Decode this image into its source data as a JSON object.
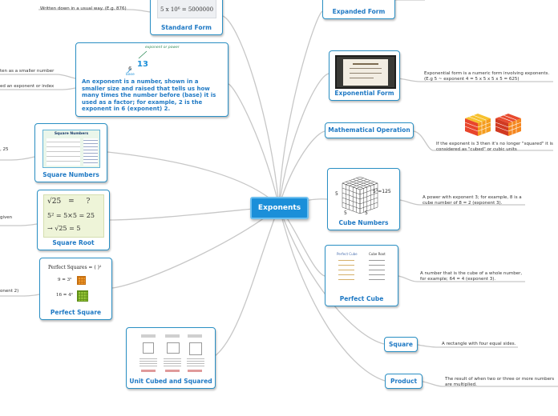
{
  "center": {
    "label": "Exponents"
  },
  "nodes": {
    "standard_form": {
      "title": "Standard Form",
      "image_text": "5 x 10⁶ = 5000000"
    },
    "expanded_form": {
      "title": "Expanded Form"
    },
    "exponent_definition": {
      "text": "An exponent is a number, shown in a smaller size and raised that tells us how many times the number before (base) it is used as a factor; for example, 2 is the exponent in 6 (exponent) 2.",
      "label_exponent_power": "exponent or power",
      "label_base": "base",
      "base_value": "6",
      "power_value": "13"
    },
    "exponential_form": {
      "title": "Exponential Form"
    },
    "mathematical_operation": {
      "label": "Mathematical Operation"
    },
    "square_numbers": {
      "title": "Square Numbers",
      "image_heading": "Square Numbers"
    },
    "cube_numbers": {
      "title": "Cube Numbers",
      "image_label_right": "5³=125",
      "image_label_left": "5",
      "image_label_bottom_a": "5",
      "image_label_bottom_b": "5"
    },
    "square_root": {
      "title": "Square Root",
      "line1_root": "√25",
      "line1_eq": "=",
      "line1_q": "?",
      "line2": "5² = 5×5 = 25",
      "line3": "→ √25 = 5"
    },
    "perfect_cube": {
      "title": "Perfect Cube",
      "col1": "Perfect Cube",
      "col2": "Cube Root"
    },
    "perfect_square": {
      "title": "Perfect Square",
      "heading": "Perfect Squares = (   )²",
      "row1": "9 = 3²",
      "row2": "16 = 4²"
    },
    "square": {
      "label": "Square"
    },
    "unit_cubed_squared": {
      "title": "Unit Cubed and Squared"
    },
    "product": {
      "label": "Product"
    }
  },
  "notes": {
    "standard_form": "Written down in a usual way. (E.g. 876)",
    "exponential_form": "Exponential form is a numeric form involving exponents. (E.g 5 ~ exponent 4 = 5 x 5 x 5 x 5 = 625)",
    "mathematical_operation": "If the exponent is 3 then it's no longer \"squared\" it is considered as \"cubed\" or cubic units",
    "cube_numbers": "A power with exponent 3; for example, 8 is a cube number of 8 = 2 (exponent 3).",
    "perfect_cube": "A number that is the cube of a whole number, for example; 64 = 4 (exponent 3).",
    "square": "A rectangle with four equal sides.",
    "product": "The result of when two or three or more numbers are multiplied.",
    "definition_a": "ten as a smaller number",
    "definition_b": "ed an exponent or index",
    "square_numbers": ", 25",
    "square_root": "given",
    "perfect_square": "onent 2)"
  },
  "colors": {
    "accent": "#1b8fd9",
    "node_border": "#2a8fc4",
    "title_text": "#1f79c4",
    "edge": "#c4c4c4"
  }
}
